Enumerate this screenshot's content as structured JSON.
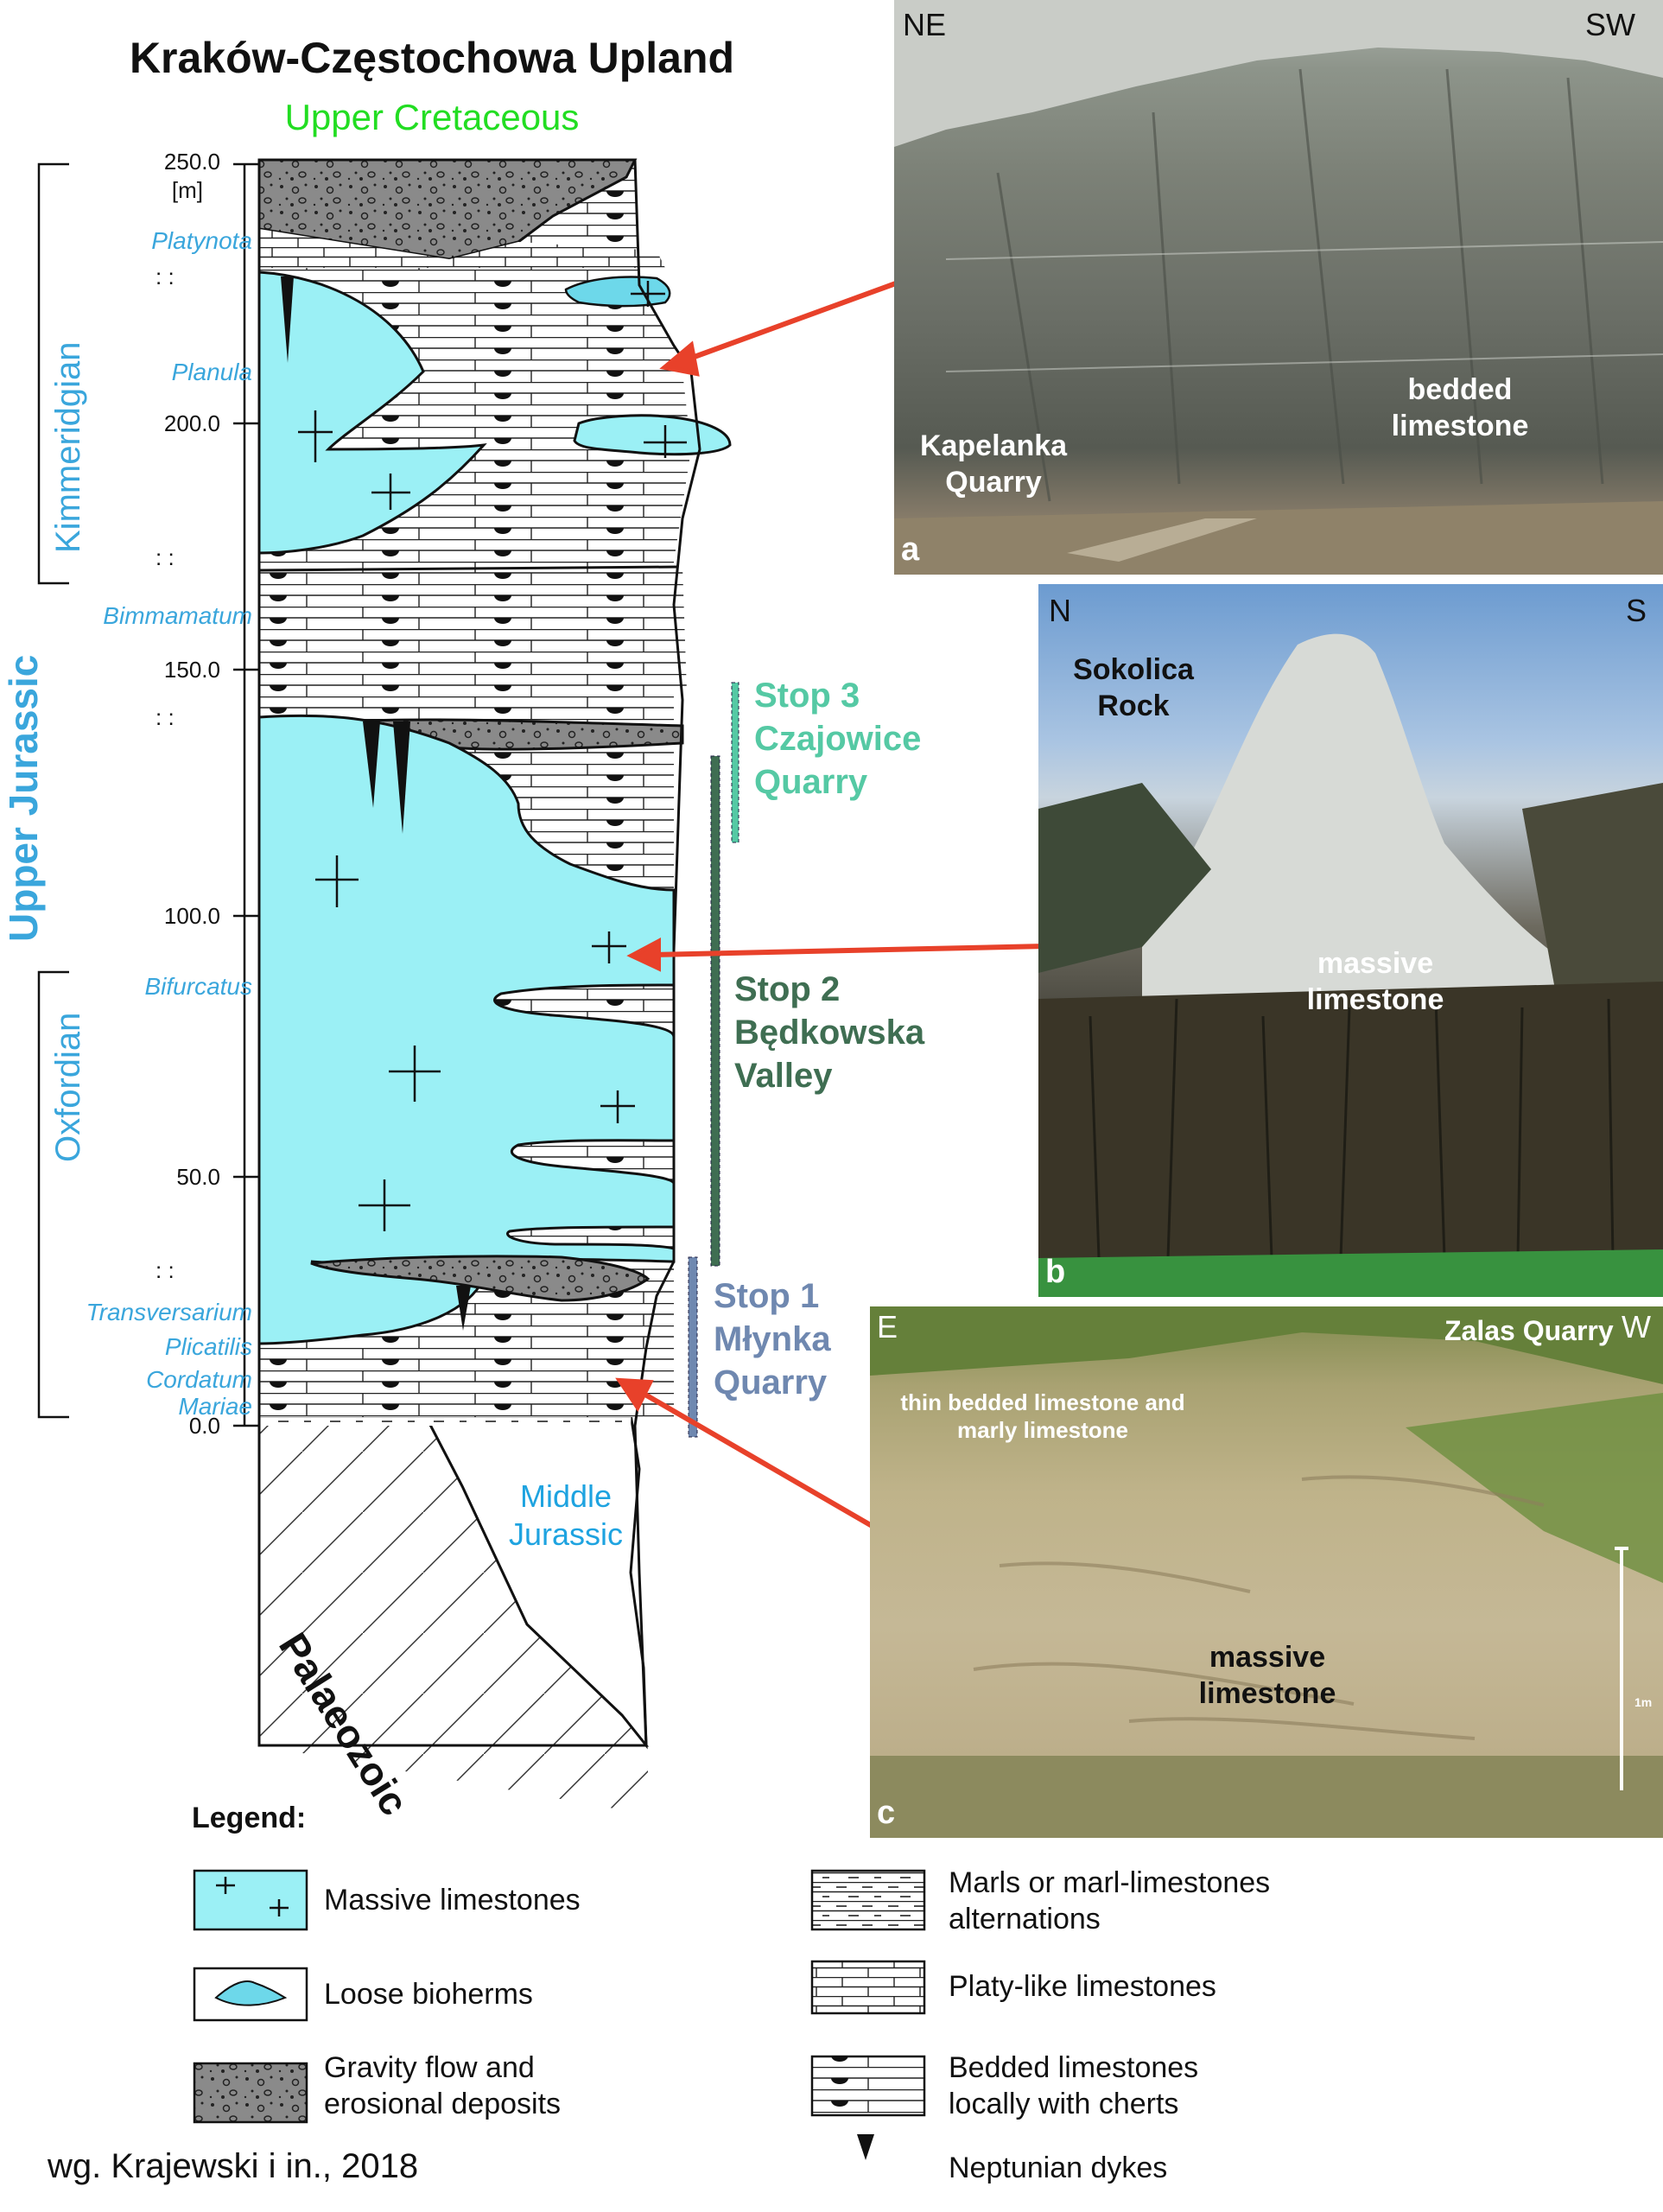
{
  "title": "Kraków-Częstochowa Upland",
  "top_unit": "Upper Cretaceous",
  "scale": {
    "ticks": [
      "250.0",
      "200.0",
      "150.0",
      "100.0",
      "50.0",
      "0.0"
    ],
    "unit": "[m]",
    "break_mark": ":   :"
  },
  "zones": [
    "Platynota",
    "Planula",
    "Bimmamatum",
    "Bifurcatus",
    "Transversarium",
    "Plicatilis",
    "Cordatum",
    "Mariae"
  ],
  "stages": {
    "upper": "Kimmeridgian",
    "lower": "Oxfordian",
    "series": "Upper Jurassic"
  },
  "basement": {
    "middle": "Middle Jurassic",
    "palaeozoic": "Palaeozoic"
  },
  "stops": [
    {
      "line1": "Stop 3",
      "line2": "Czajowice",
      "line3": "Quarry",
      "color": "#55c9a4"
    },
    {
      "line1": "Stop 2",
      "line2": "Będkowska",
      "line3": "Valley",
      "color": "#3f6e52"
    },
    {
      "line1": "Stop 1",
      "line2": "Młynka",
      "line3": "Quarry",
      "color": "#6f88b0"
    }
  ],
  "photos": {
    "a": {
      "letter": "a",
      "left_dir": "NE",
      "right_dir": "SW",
      "label_left": "Kapelanka Quarry",
      "label_right": "bedded limestone"
    },
    "b": {
      "letter": "b",
      "left_dir": "N",
      "right_dir": "S",
      "label_top": "Sokolica Rock",
      "label_mid": "massive limestone"
    },
    "c": {
      "letter": "c",
      "left_dir": "E",
      "right_dir": "W",
      "site": "Zalas Quarry",
      "label_top": "thin bedded limestone and marly limestone",
      "label_mid": "massive limestone",
      "scale": "1m"
    }
  },
  "legend": {
    "title": "Legend:",
    "items": [
      "Massive limestones",
      "Loose bioherms",
      "Gravity flow and erosional deposits",
      "Marls or marl-limestones alternations",
      "Platy-like limestones",
      "Bedded limestones locally with cherts",
      "Neptunian dykes"
    ]
  },
  "credit": "wg. Krajewski i in., 2018",
  "colors": {
    "massive": "#9bf0f5",
    "gravity": "#7a7a7a",
    "arrow": "#e8412a",
    "stage_text": "#3aa6dc"
  }
}
